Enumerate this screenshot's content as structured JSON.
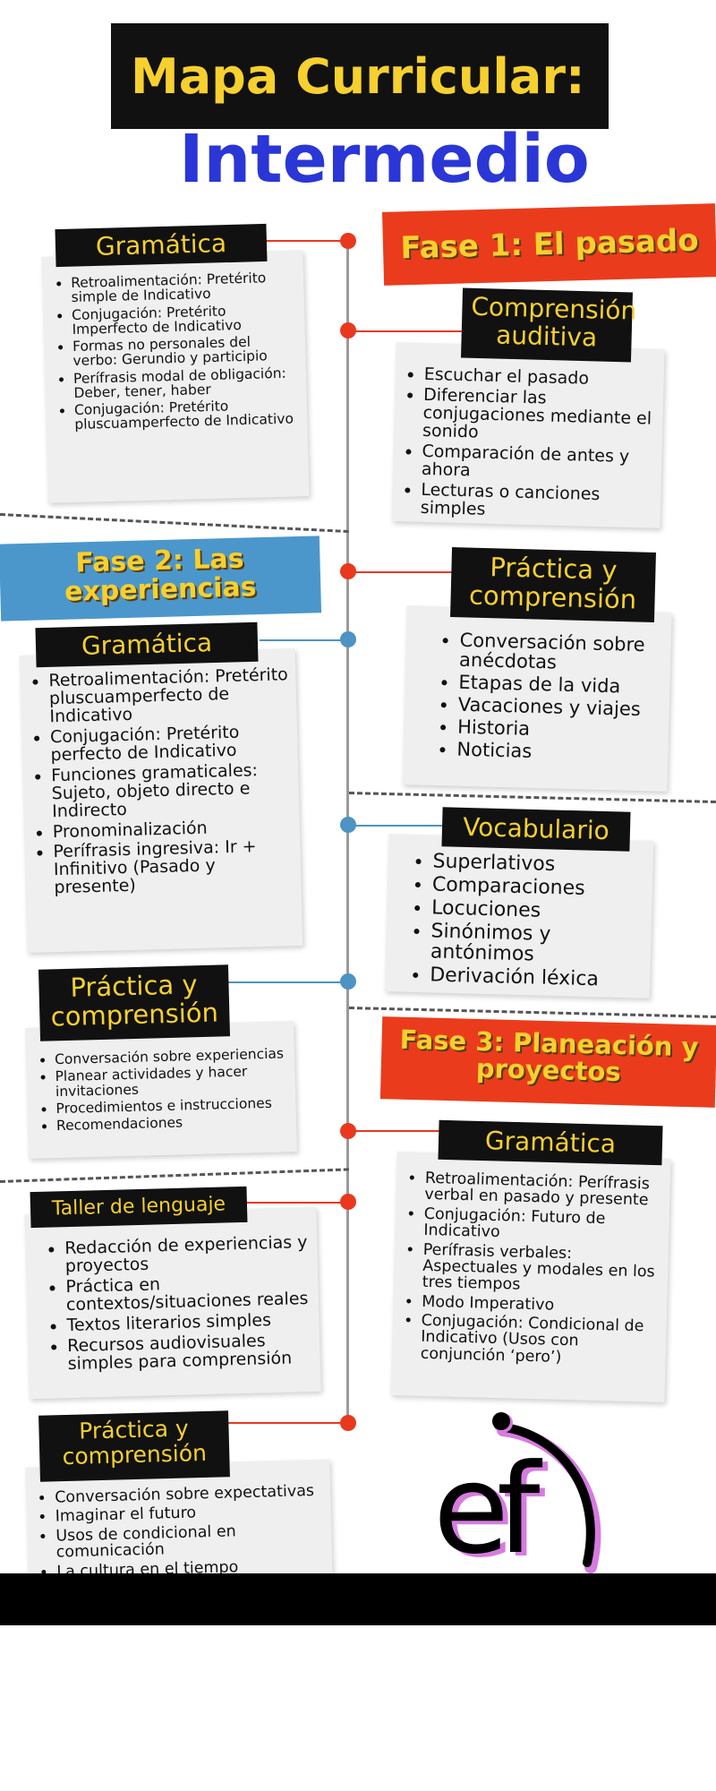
{
  "header": {
    "title": "Mapa Curricular:",
    "subtitle": "Intermedio"
  },
  "phases": {
    "p1": "Fase 1: El pasado",
    "p2": "Fase 2: Las experiencias",
    "p3": "Fase 3: Planeación y proyectos"
  },
  "sections": {
    "f1_gram": {
      "label": "Gramática",
      "items": [
        "Retroalimentación: Pretérito simple de Indicativo",
        "Conjugación: Pretérito Imperfecto de Indicativo",
        "Formas no personales del verbo: Gerundio y participio",
        "Perífrasis modal de obligación: Deber, tener, haber",
        "Conjugación: Pretérito pluscuamperfecto de Indicativo"
      ]
    },
    "f1_comp": {
      "label": "Comprensión auditiva",
      "items": [
        "Escuchar el pasado",
        "Diferenciar las conjugaciones mediante el sonido",
        "Comparación de antes y ahora",
        "Lecturas o canciones simples"
      ]
    },
    "f2_prac_right": {
      "label": "Práctica y comprensión",
      "items": [
        "Conversación sobre anécdotas",
        "Etapas de la vida",
        "Vacaciones y viajes",
        "Historia",
        "Noticias"
      ]
    },
    "f2_gram": {
      "label": "Gramática",
      "items": [
        "Retroalimentación: Pretérito pluscuamperfecto de Indicativo",
        "Conjugación: Pretérito perfecto de Indicativo",
        "Funciones gramaticales: Sujeto, objeto directo e Indirecto",
        "Pronominalización",
        "Perífrasis ingresiva: Ir + Infinitivo (Pasado y presente)"
      ]
    },
    "f2_vocab": {
      "label": "Vocabulario",
      "items": [
        "Superlativos",
        "Comparaciones",
        "Locuciones",
        "Sinónimos y antónimos",
        "Derivación léxica"
      ]
    },
    "f2_prac_left": {
      "label": "Práctica y comprensión",
      "items": [
        "Conversación sobre experiencias",
        "Planear actividades y hacer invitaciones",
        "Procedimientos e instrucciones",
        "Recomendaciones"
      ]
    },
    "f3_gram": {
      "label": "Gramática",
      "items": [
        "Retroalimentación: Perífrasis verbal en pasado y presente",
        "Conjugación: Futuro de Indicativo",
        "Perífrasis verbales: Aspectuales y modales en los tres tiempos",
        "Modo Imperativo",
        "Conjugación: Condicional de Indicativo (Usos con conjunción ‘pero’)"
      ]
    },
    "f3_taller": {
      "label": "Taller de lenguaje",
      "items": [
        "Redacción de experiencias y proyectos",
        "Práctica en contextos/situaciones reales",
        "Textos literarios simples",
        "Recursos audiovisuales simples para comprensión"
      ]
    },
    "f3_prac": {
      "label": "Práctica y comprensión",
      "items": [
        "Conversación sobre expectativas",
        "Imaginar el futuro",
        "Usos de condicional en comunicación",
        "La cultura en el tiempo"
      ]
    }
  },
  "logo": {
    "text": "ef"
  },
  "colors": {
    "red": "#ea3c1c",
    "blue": "#4b97cb",
    "yellow": "#f6d02f",
    "title_blue": "#2a36d6",
    "black": "#111111"
  }
}
